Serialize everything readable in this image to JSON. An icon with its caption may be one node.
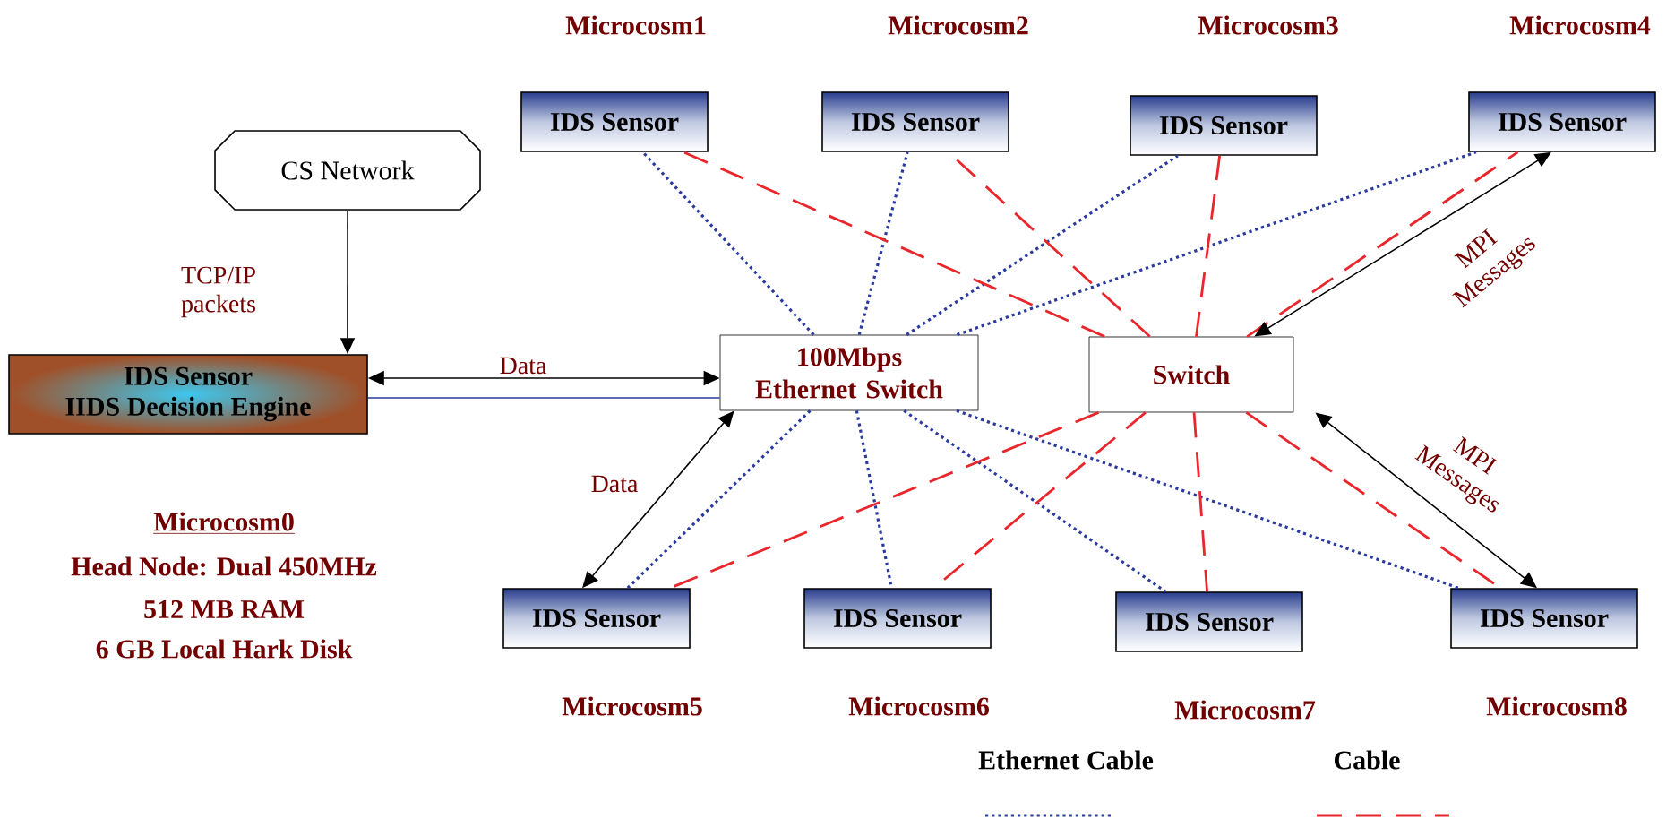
{
  "diagram": {
    "nodes": [
      {
        "text": [
          "CS Network"
        ]
      },
      {
        "text": [
          "IDS Sensor",
          "IIDS Decision Engine"
        ],
        "beside": [
          "Microcosm0",
          "Head Node: Dual 450MHz",
          "512 MB RAM",
          "6 GB Local Hark Disk"
        ]
      },
      {
        "text": [
          "100Mbps Ethernet Switch"
        ]
      },
      {
        "text": [
          "Switch"
        ]
      },
      {
        "text": [
          "IDS Sensor"
        ],
        "beside": [
          "Microcosm1"
        ]
      },
      {
        "text": [
          "IDS Sensor"
        ],
        "beside": [
          "Microcosm2"
        ]
      },
      {
        "text": [
          "IDS Sensor"
        ],
        "beside": [
          "Microcosm3"
        ]
      },
      {
        "text": [
          "IDS Sensor"
        ],
        "beside": [
          "Microcosm4"
        ]
      },
      {
        "text": [
          "IDS Sensor"
        ],
        "beside": [
          "Microcosm5"
        ]
      },
      {
        "text": [
          "IDS Sensor"
        ],
        "beside": [
          "Microcosm6"
        ]
      },
      {
        "text": [
          "IDS Sensor"
        ],
        "beside": [
          "Microcosm7"
        ]
      },
      {
        "text": [
          "IDS Sensor"
        ],
        "beside": [
          "Microcosm8"
        ]
      }
    ],
    "edges": [
      {
        "from": 0,
        "to": 1,
        "arrow": "to",
        "label": "TCP/IP packets",
        "color": "#000000"
      },
      {
        "from": 1,
        "to": 2,
        "arrow": "both",
        "label": "Data",
        "color": "#000000"
      },
      {
        "from": 1,
        "to": 2,
        "arrow": "none",
        "color": "#2b3a9e"
      },
      {
        "from": 2,
        "to": 4,
        "arrow": "none",
        "style": "dashed",
        "color": "#2b3a9e"
      },
      {
        "from": 2,
        "to": 5,
        "arrow": "none",
        "style": "dashed",
        "color": "#2b3a9e"
      },
      {
        "from": 2,
        "to": 6,
        "arrow": "none",
        "style": "dashed",
        "color": "#2b3a9e"
      },
      {
        "from": 2,
        "to": 7,
        "arrow": "none",
        "style": "dashed",
        "color": "#2b3a9e"
      },
      {
        "from": 2,
        "to": 8,
        "arrow": "none",
        "style": "dashed",
        "color": "#2b3a9e"
      },
      {
        "from": 2,
        "to": 9,
        "arrow": "none",
        "style": "dashed",
        "color": "#2b3a9e"
      },
      {
        "from": 2,
        "to": 10,
        "arrow": "none",
        "style": "dashed",
        "color": "#2b3a9e"
      },
      {
        "from": 2,
        "to": 11,
        "arrow": "none",
        "style": "dashed",
        "color": "#2b3a9e"
      },
      {
        "from": 3,
        "to": 4,
        "arrow": "none",
        "style": "dashed",
        "color": "#e8262c"
      },
      {
        "from": 3,
        "to": 5,
        "arrow": "none",
        "style": "dashed",
        "color": "#e8262c"
      },
      {
        "from": 3,
        "to": 6,
        "arrow": "none",
        "style": "dashed",
        "color": "#e8262c"
      },
      {
        "from": 3,
        "to": 7,
        "arrow": "none",
        "style": "dashed",
        "color": "#e8262c"
      },
      {
        "from": 3,
        "to": 8,
        "arrow": "none",
        "style": "dashed",
        "color": "#e8262c"
      },
      {
        "from": 3,
        "to": 9,
        "arrow": "none",
        "style": "dashed",
        "color": "#e8262c"
      },
      {
        "from": 3,
        "to": 10,
        "arrow": "none",
        "style": "dashed",
        "color": "#e8262c"
      },
      {
        "from": 3,
        "to": 11,
        "arrow": "none",
        "style": "dashed",
        "color": "#e8262c"
      },
      {
        "from": 3,
        "to": 7,
        "arrow": "both",
        "label": "MPI Messages",
        "color": "#000000"
      },
      {
        "from": 3,
        "to": 11,
        "arrow": "both",
        "label": "MPI Messages",
        "color": "#000000"
      },
      {
        "from": 2,
        "to": 8,
        "arrow": "both",
        "label": "Data",
        "color": "#000000"
      }
    ],
    "legend": [
      {
        "text": "Ethernet Cable"
      },
      {
        "text": "Cable"
      }
    ]
  }
}
